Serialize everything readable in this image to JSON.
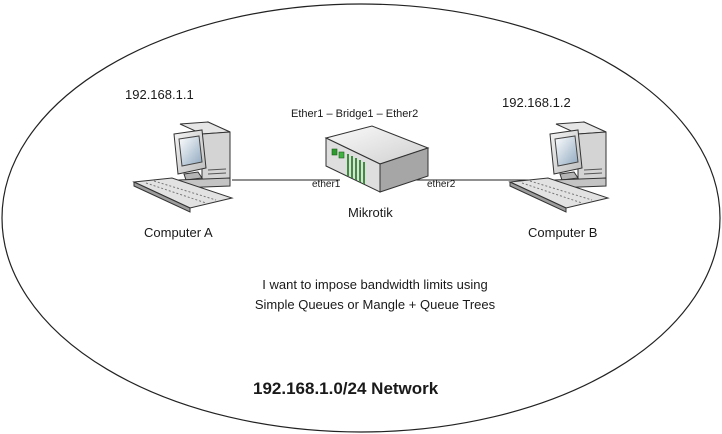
{
  "computer_a": {
    "ip": "192.168.1.1",
    "name": "Computer A"
  },
  "computer_b": {
    "ip": "192.168.1.2",
    "name": "Computer B"
  },
  "router": {
    "name": "Mikrotik",
    "bridge_label": "Ether1 – Bridge1 – Ether2",
    "port_left": "ether1",
    "port_right": "ether2"
  },
  "note": {
    "line1": "I want to impose bandwidth limits using",
    "line2": "Simple Queues or Mangle + Queue Trees"
  },
  "network_label": "192.168.1.0/24 Network",
  "icons": {
    "computer_a": "desktop-computer-icon",
    "computer_b": "desktop-computer-icon",
    "router": "network-router-icon"
  }
}
